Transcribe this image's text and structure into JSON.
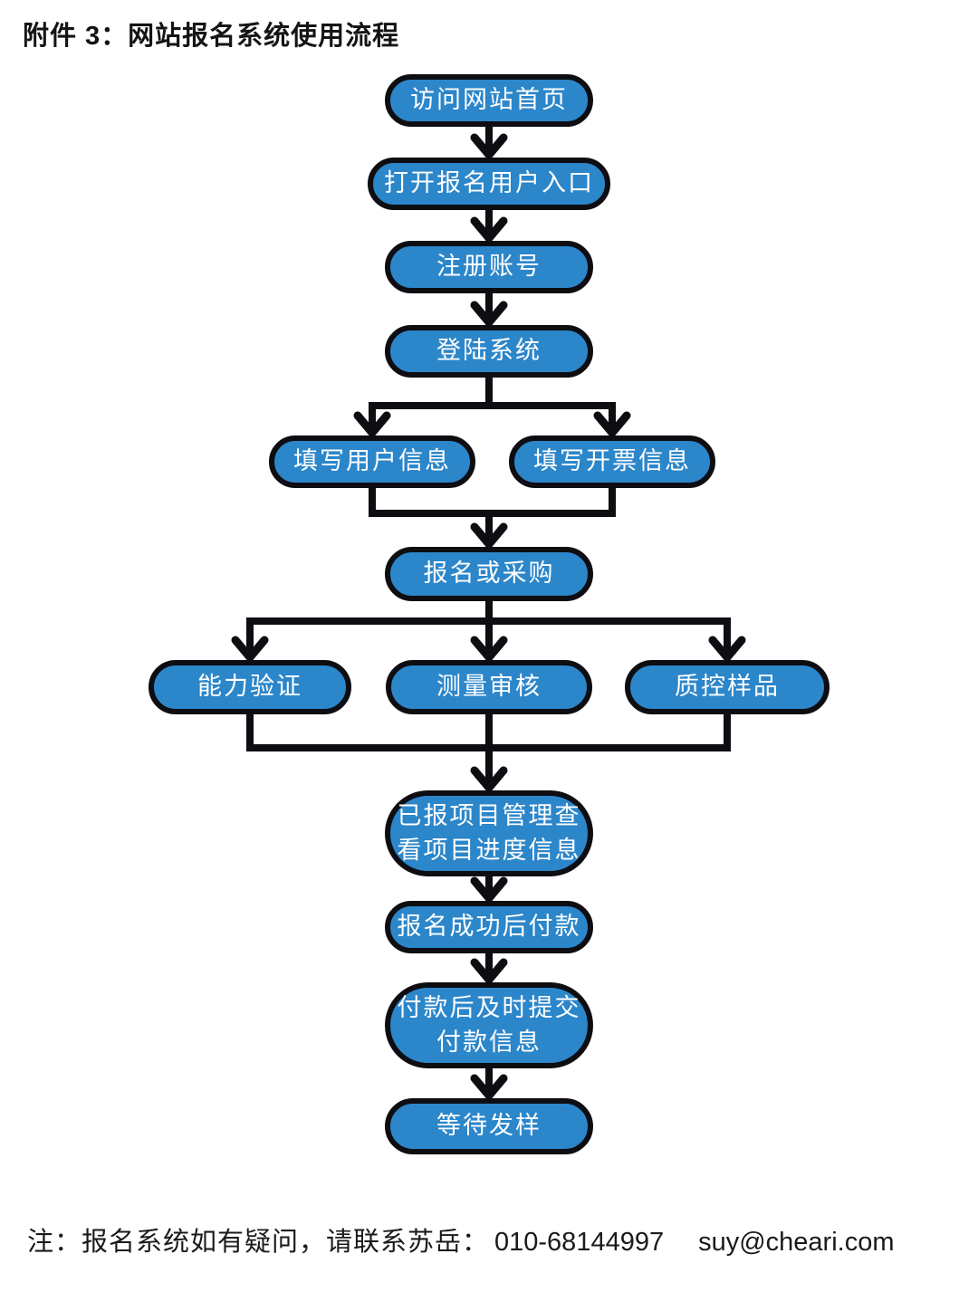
{
  "title": "附件 3：网站报名系统使用流程",
  "colors": {
    "node_fill": "#2c86ca",
    "node_border": "#0d0d12",
    "node_text": "#ffffff",
    "connector_color": "#0d0d12"
  },
  "flowchart": {
    "nodes": [
      {
        "id": "visit-homepage",
        "label": "访问网站首页"
      },
      {
        "id": "open-signup-entrance",
        "label": "打开报名用户入口"
      },
      {
        "id": "register-account",
        "label": "注册账号"
      },
      {
        "id": "login-system",
        "label": "登陆系统"
      },
      {
        "id": "fill-user-info",
        "label": "填写用户信息"
      },
      {
        "id": "fill-invoice-info",
        "label": "填写开票信息"
      },
      {
        "id": "signup-or-purchase",
        "label": "报名或采购"
      },
      {
        "id": "proficiency-testing",
        "label": "能力验证"
      },
      {
        "id": "measurement-audit",
        "label": "测量审核"
      },
      {
        "id": "qc-samples",
        "label": "质控样品"
      },
      {
        "id": "project-progress",
        "label": "已报项目管理查\n看项目进度信息"
      },
      {
        "id": "pay-after-signup",
        "label": "报名成功后付款"
      },
      {
        "id": "submit-payment-info",
        "label": "付款后及时提交\n付款信息"
      },
      {
        "id": "wait-for-samples",
        "label": "等待发样"
      }
    ]
  },
  "footer": {
    "note_prefix": "注：报名系统如有疑问，请联系苏岳：",
    "phone": "010-68144997",
    "email": "suy@cheari.com"
  }
}
